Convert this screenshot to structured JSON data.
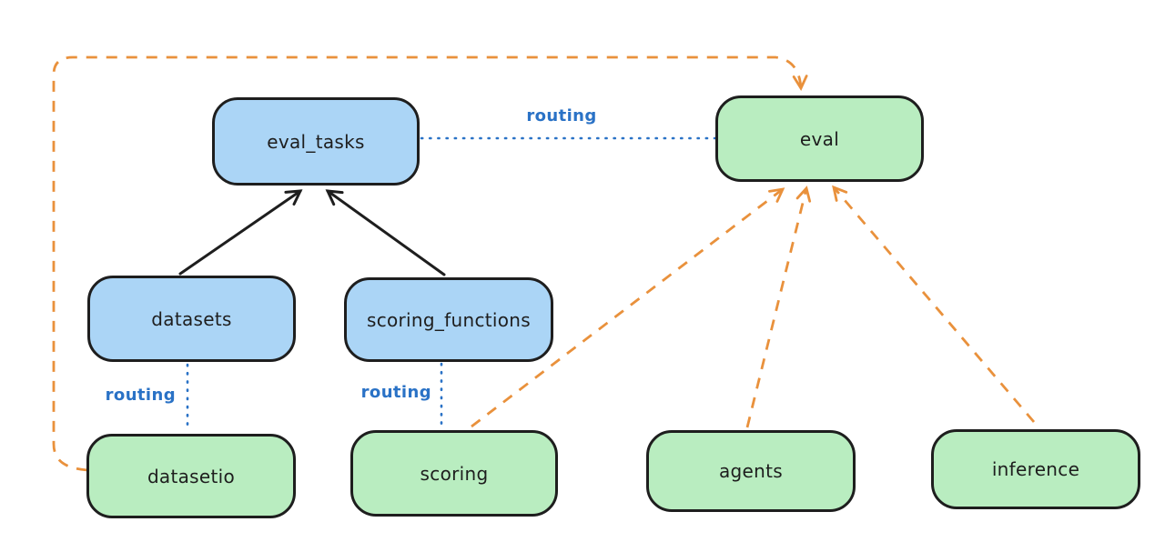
{
  "diagram": {
    "nodes": [
      {
        "id": "eval_tasks",
        "label": "eval_tasks",
        "type": "blue"
      },
      {
        "id": "eval",
        "label": "eval",
        "type": "green"
      },
      {
        "id": "datasets",
        "label": "datasets",
        "type": "blue"
      },
      {
        "id": "scoring_functions",
        "label": "scoring_functions",
        "type": "blue"
      },
      {
        "id": "datasetio",
        "label": "datasetio",
        "type": "green"
      },
      {
        "id": "scoring",
        "label": "scoring",
        "type": "green"
      },
      {
        "id": "agents",
        "label": "agents",
        "type": "green"
      },
      {
        "id": "inference",
        "label": "inference",
        "type": "green"
      }
    ],
    "edges": [
      {
        "from": "eval_tasks",
        "to": "eval",
        "style": "dotted",
        "color": "blue",
        "label": "routing"
      },
      {
        "from": "datasets",
        "to": "datasetio",
        "style": "dotted",
        "color": "blue",
        "label": "routing"
      },
      {
        "from": "scoring_functions",
        "to": "scoring",
        "style": "dotted",
        "color": "blue",
        "label": "routing"
      },
      {
        "from": "datasets",
        "to": "eval_tasks",
        "style": "solid-arrow",
        "color": "black"
      },
      {
        "from": "scoring_functions",
        "to": "eval_tasks",
        "style": "solid-arrow",
        "color": "black"
      },
      {
        "from": "scoring",
        "to": "eval",
        "style": "dashed-arrow",
        "color": "orange"
      },
      {
        "from": "agents",
        "to": "eval",
        "style": "dashed-arrow",
        "color": "orange"
      },
      {
        "from": "inference",
        "to": "eval",
        "style": "dashed-arrow",
        "color": "orange"
      },
      {
        "from": "datasetio",
        "to": "eval",
        "style": "dashed-arrow",
        "color": "orange",
        "route": "around-left-top"
      }
    ]
  },
  "colors": {
    "canvas_bg": "#ffffff",
    "node_blue_fill": "#abd5f6",
    "node_green_fill": "#b9edc0",
    "node_border": "#1e1e1e",
    "edge_black": "#1e1e1e",
    "edge_blue": "#2a72c6",
    "edge_orange": "#e9913c"
  }
}
